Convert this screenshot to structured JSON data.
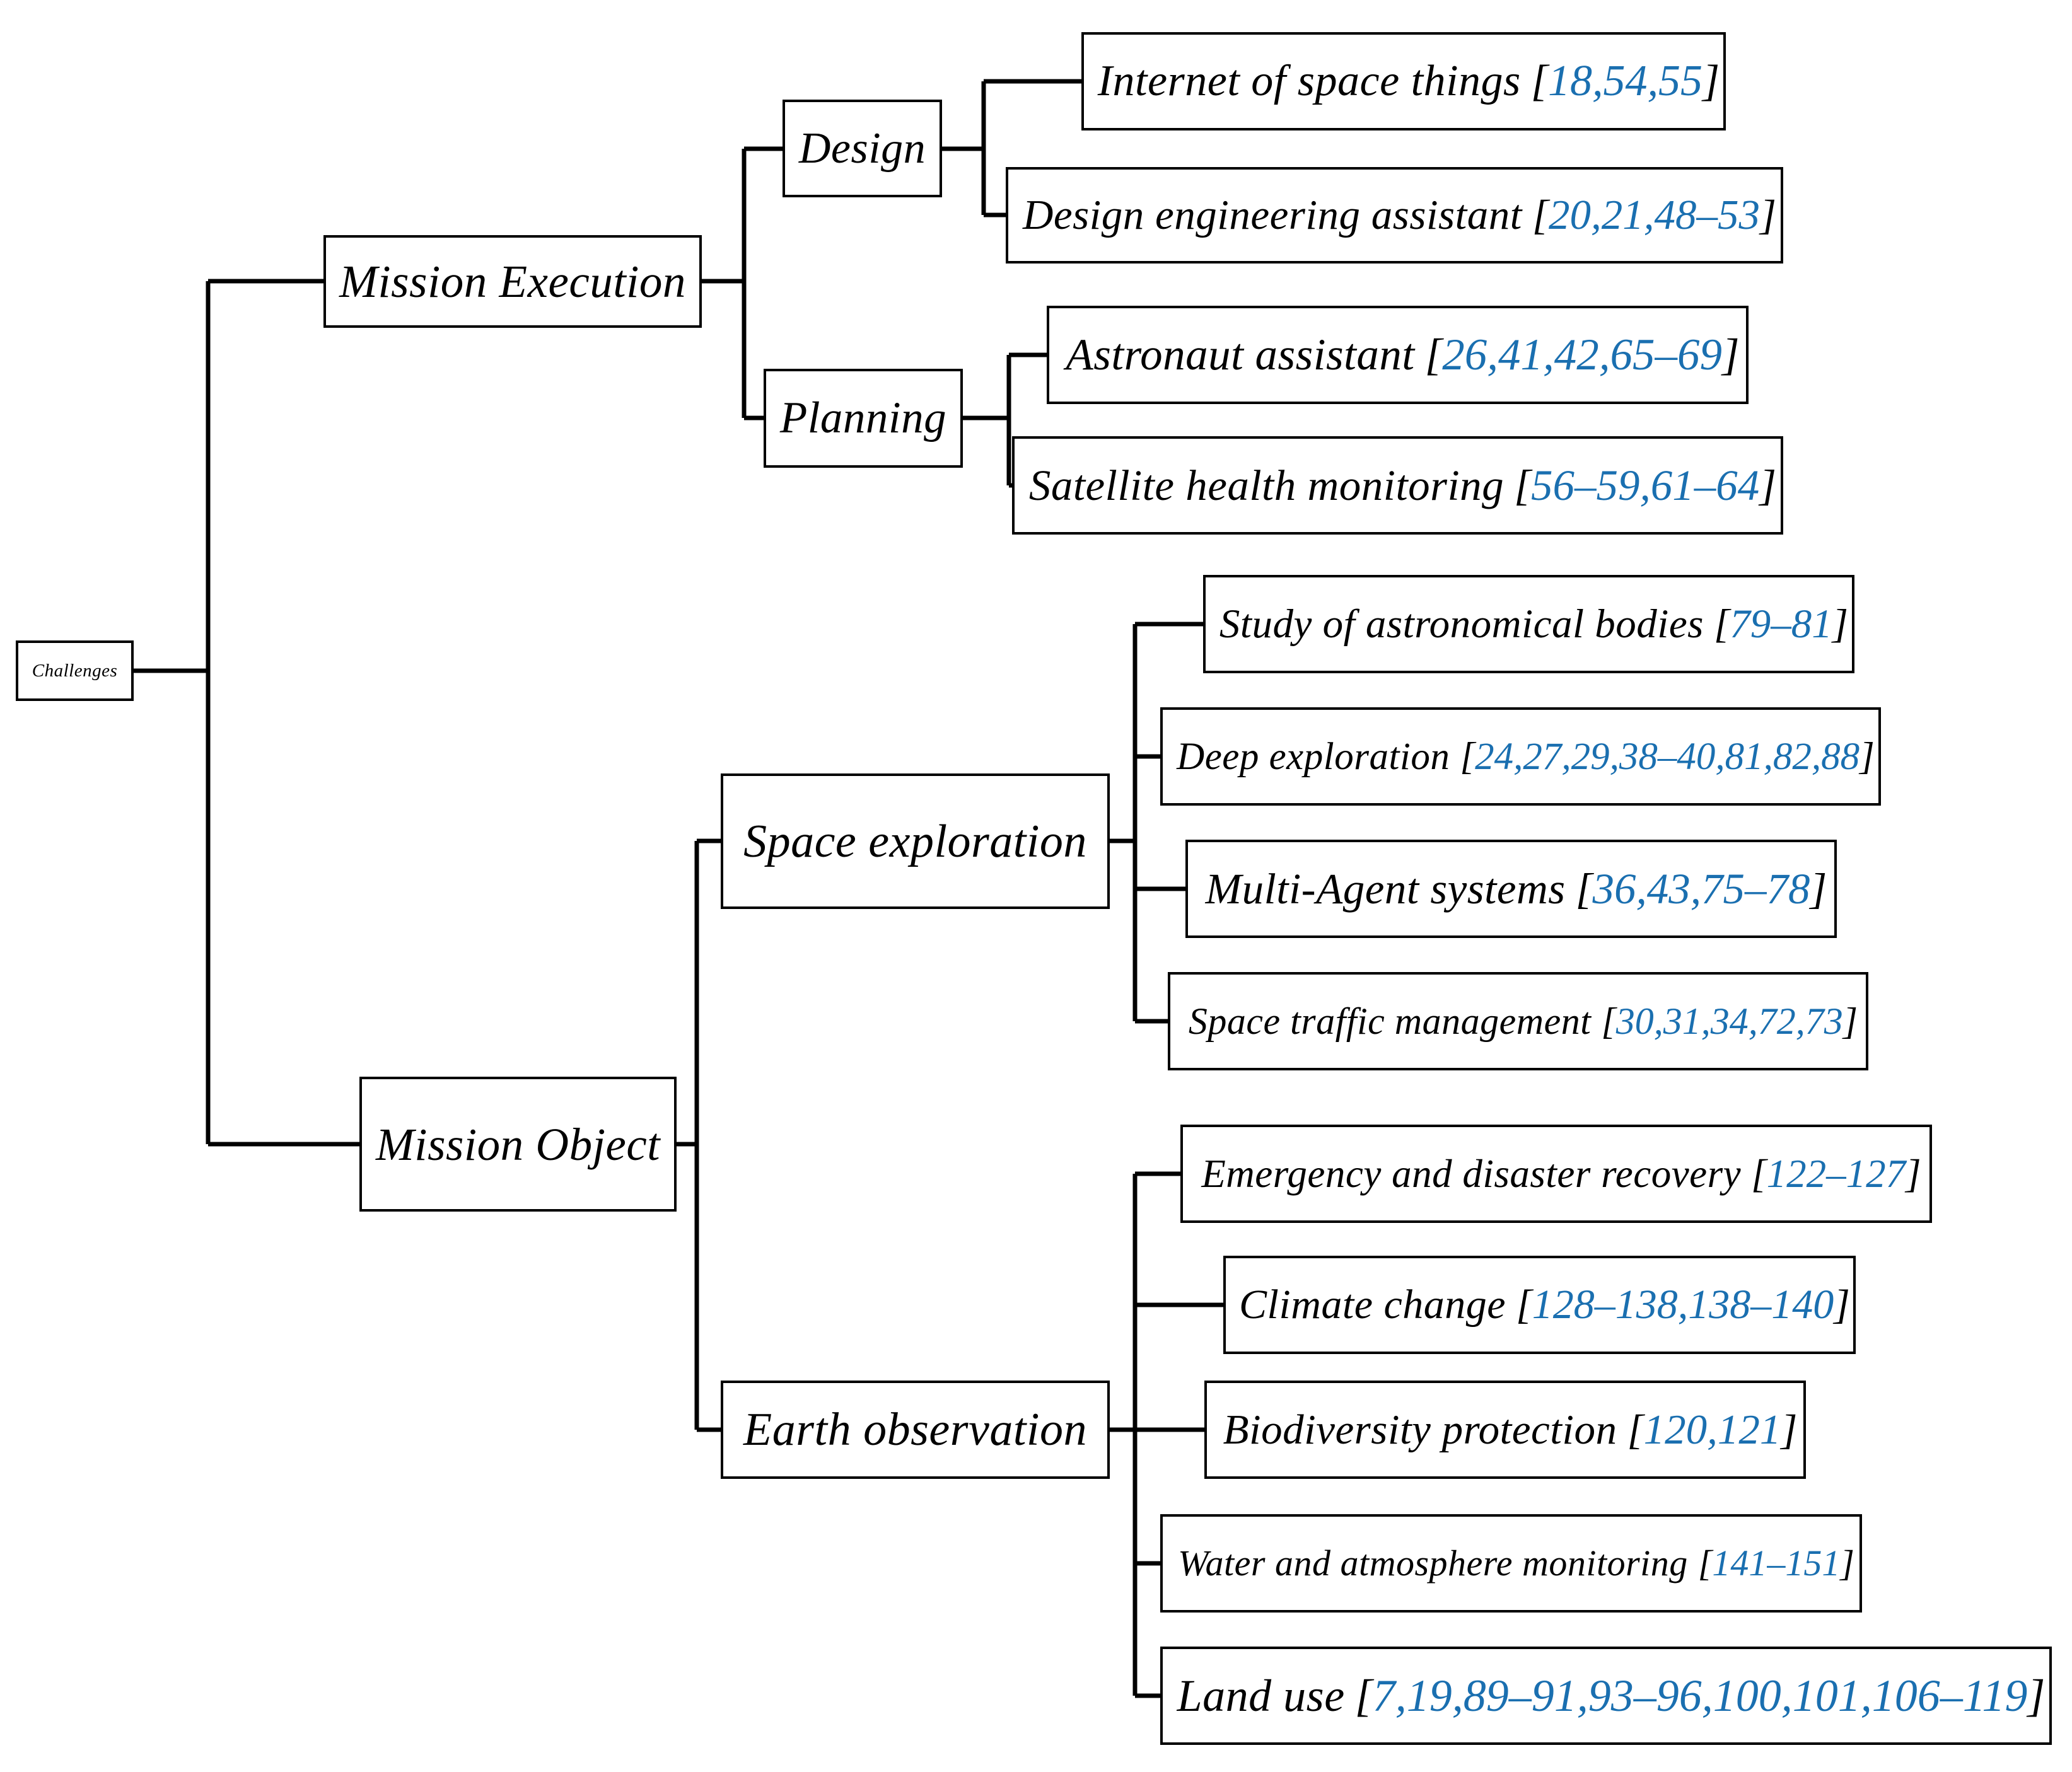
{
  "diagram": {
    "title": "Challenges",
    "type": "tree",
    "orientation": "left-to-right",
    "colors": {
      "node_border": "#000000",
      "node_fill": "#ffffff",
      "edge": "#000000",
      "label_text": "#000000",
      "reference_text": "#1a6fb0",
      "background": "#ffffff"
    },
    "root": {
      "label": "Challenges"
    },
    "level1": [
      {
        "label": "Mission Execution"
      },
      {
        "label": "Mission Object"
      }
    ],
    "level2": [
      {
        "label": "Design"
      },
      {
        "label": "Planning"
      },
      {
        "label": "Space exploration"
      },
      {
        "label": "Earth observation"
      }
    ],
    "leaves": [
      {
        "label": "Internet of space things",
        "refs": "18,54,55",
        "open": "[",
        "close": "]"
      },
      {
        "label": "Design engineering assistant",
        "refs": "20,21,48–53",
        "open": "[",
        "close": "]"
      },
      {
        "label": "Astronaut assistant",
        "refs": "26,41,42,65–69",
        "open": "[",
        "close": "]"
      },
      {
        "label": "Satellite health monitoring",
        "refs": "56–59,61–64",
        "open": "[",
        "close": "]"
      },
      {
        "label": "Study of astronomical bodies",
        "refs": "79–81",
        "open": "[",
        "close": "]"
      },
      {
        "label": "Deep exploration",
        "refs": "24,27,29,38–40,81,82,88",
        "open": "[",
        "close": "]"
      },
      {
        "label": "Multi-Agent systems",
        "refs": "36,43,75–78",
        "open": "[",
        "close": "]"
      },
      {
        "label": "Space traffic management",
        "refs": "30,31,34,72,73",
        "open": "[",
        "close": "]"
      },
      {
        "label": "Emergency and disaster recovery",
        "refs": "122–127",
        "open": "[",
        "close": "]"
      },
      {
        "label": "Climate change",
        "refs": "128–138,138–140",
        "open": "[",
        "close": "]"
      },
      {
        "label": "Biodiversity protection",
        "refs": "120,121",
        "open": "[",
        "close": "]"
      },
      {
        "label": "Water and atmosphere monitoring",
        "refs": "141–151",
        "open": "[",
        "close": "]"
      },
      {
        "label": "Land use",
        "refs": "7,19,89–91,93–96,100,101,106–119",
        "open": "[",
        "close": "]"
      }
    ]
  }
}
